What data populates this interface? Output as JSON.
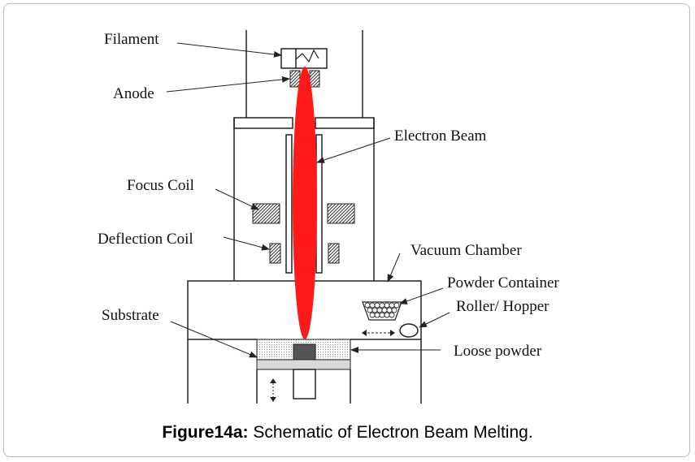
{
  "labels": {
    "filament": "Filament",
    "anode": "Anode",
    "electron_beam": "Electron Beam",
    "focus_coil": "Focus Coil",
    "deflection_coil": "Deflection Coil",
    "vacuum_chamber": "Vacuum Chamber",
    "powder_container": "Powder Container",
    "roller_hopper": "Roller/ Hopper",
    "substrate": "Substrate",
    "loose_powder": "Loose powder"
  },
  "caption": {
    "prefix": "Figure14a:",
    "text": " Schematic of Electron Beam Melting."
  },
  "colors": {
    "beam": "#ff1a1a",
    "line": "#222222"
  }
}
